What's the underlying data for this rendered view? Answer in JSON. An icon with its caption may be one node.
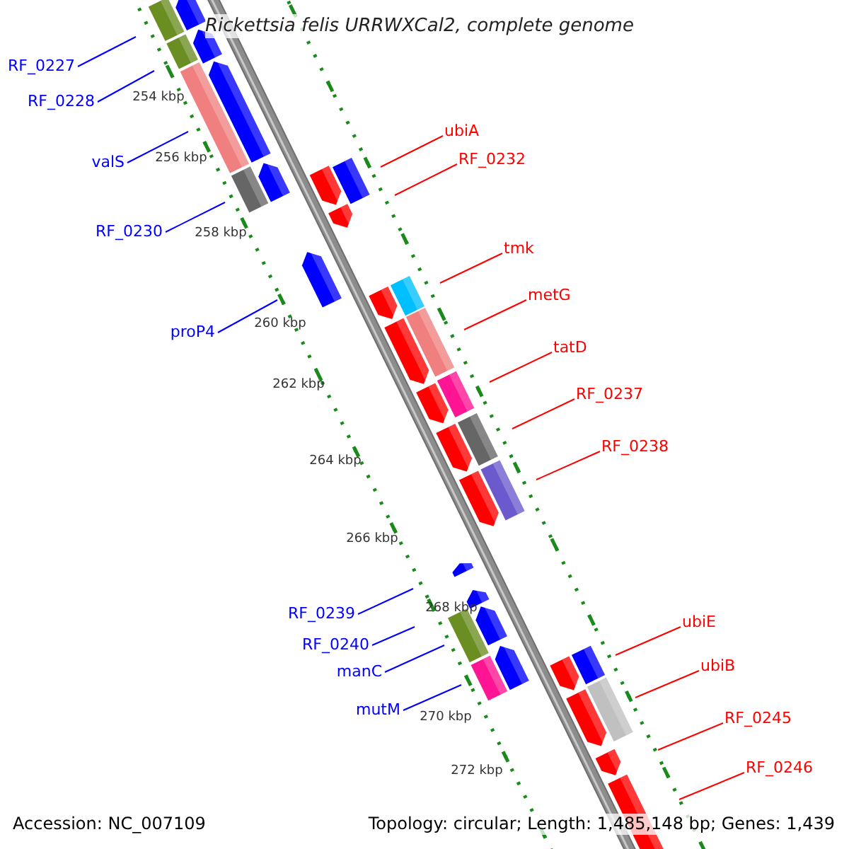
{
  "diagram": {
    "title": "Rickettsia felis URRWXCal2, complete genome",
    "nodes": [
      {
        "text": [
          "RF_0227"
        ]
      },
      {
        "text": [
          "RF_0228"
        ]
      },
      {
        "text": [
          "ubiA"
        ]
      },
      {
        "text": [
          "valS"
        ]
      },
      {
        "text": [
          "RF_0232"
        ]
      },
      {
        "text": [
          "RF_0230"
        ]
      },
      {
        "text": [
          "tmk"
        ]
      },
      {
        "text": [
          "metG"
        ]
      },
      {
        "text": [
          "proP4"
        ]
      },
      {
        "text": [
          "tatD"
        ]
      },
      {
        "text": [
          "RF_0237"
        ]
      },
      {
        "text": [
          "RF_0238"
        ]
      },
      {
        "text": [
          "RF_0239"
        ]
      },
      {
        "text": [
          "ubiE"
        ]
      },
      {
        "text": [
          "RF_0240"
        ]
      },
      {
        "text": [
          "ubiB"
        ]
      },
      {
        "text": [
          "manC"
        ]
      },
      {
        "text": [
          "mutM"
        ]
      },
      {
        "text": [
          "RF_0245"
        ]
      },
      {
        "text": [
          "RF_0246"
        ]
      }
    ],
    "edges": [
      {
        "from": 0,
        "to": null,
        "arrow": "none",
        "color": "#0000ff"
      },
      {
        "from": 1,
        "to": null,
        "arrow": "none",
        "color": "#0000ff"
      },
      {
        "from": 2,
        "to": null,
        "arrow": "none"
      },
      {
        "from": 3,
        "to": null,
        "arrow": "none",
        "color": "#0000ff"
      },
      {
        "from": 4,
        "to": null,
        "arrow": "none"
      },
      {
        "from": 5,
        "to": null,
        "arrow": "none",
        "color": "#0000ff"
      },
      {
        "from": 6,
        "to": null,
        "arrow": "none"
      },
      {
        "from": 7,
        "to": null,
        "arrow": "none"
      },
      {
        "from": 8,
        "to": null,
        "arrow": "none",
        "color": "#0000ff"
      },
      {
        "from": 9,
        "to": null,
        "arrow": "none"
      },
      {
        "from": 10,
        "to": null,
        "arrow": "none"
      },
      {
        "from": 11,
        "to": null,
        "arrow": "none"
      },
      {
        "from": 12,
        "to": null,
        "arrow": "none",
        "color": "#0000ff"
      },
      {
        "from": 13,
        "to": null,
        "arrow": "none"
      },
      {
        "from": 14,
        "to": null,
        "arrow": "none",
        "color": "#0000ff"
      },
      {
        "from": 15,
        "to": null,
        "arrow": "none"
      },
      {
        "from": 16,
        "to": null,
        "arrow": "none",
        "color": "#0000ff"
      },
      {
        "from": 17,
        "to": null,
        "arrow": "none",
        "color": "#0000ff"
      },
      {
        "from": 18,
        "to": null,
        "arrow": "none"
      },
      {
        "from": 19,
        "to": null,
        "arrow": "none"
      }
    ],
    "labels": [
      "254 kbp",
      "256 kbp",
      "258 kbp",
      "260 kbp",
      "262 kbp",
      "264 kbp",
      "266 kbp",
      "268 kbp",
      "270 kbp",
      "272 kbp",
      "Accession: NC_007109",
      "Topology: circular; Length: 1,485,148 bp; Genes: 1,439"
    ]
  }
}
